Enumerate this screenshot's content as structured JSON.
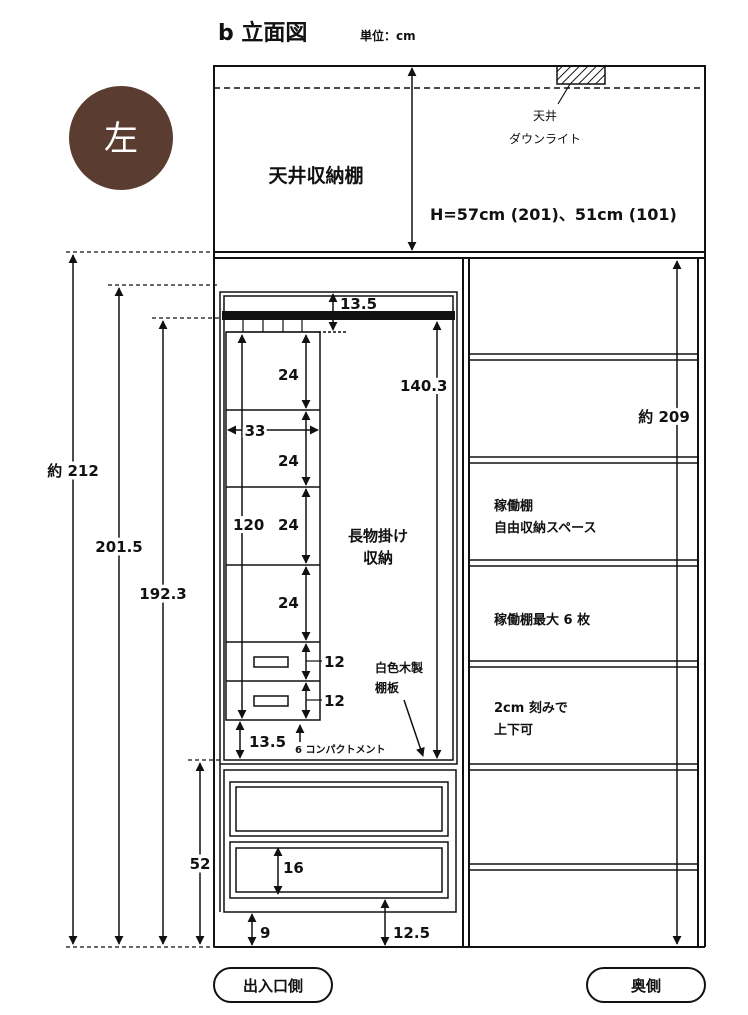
{
  "header": {
    "title": "b 立面図",
    "unit": "単位：cm"
  },
  "side_badge": {
    "label": "左",
    "color": "#5a3d30"
  },
  "ceiling": {
    "shelf_label": "天井収納棚",
    "height_note": "H=57cm (201)、51cm (101)",
    "downlight_line1": "天井",
    "downlight_line2": "ダウンライト"
  },
  "left_unit": {
    "overall_height": "約 212",
    "height_2015": "201.5",
    "height_1923": "192.3",
    "rod_offset": "13.5",
    "hanging_height": "140.3",
    "compartment_width": "33",
    "compartments": [
      "24",
      "24",
      "24",
      "24"
    ],
    "compartment_block_height": "120",
    "drawers": [
      "12",
      "12"
    ],
    "bottom_gap": "13.5",
    "compartment_note": "6 コンパクトメント",
    "hanging_label_line1": "長物掛け",
    "hanging_label_line2": "収納",
    "shelf_board_line1": "白色木製",
    "shelf_board_line2": "棚板",
    "base_height": "52",
    "base_drawer_height": "16",
    "plinth_height": "9",
    "plinth_offset": "12.5"
  },
  "right_unit": {
    "height": "約 209",
    "label_1_line1": "稼働棚",
    "label_1_line2": "自由収納スペース",
    "label_2": "稼働棚最大 6 枚",
    "label_3_line1": "2cm 刻みで",
    "label_3_line2": "上下可"
  },
  "footer": {
    "left_button": "出入口側",
    "right_button": "奥側"
  },
  "colors": {
    "line": "#111111",
    "badge": "#5a3d30",
    "hatch": "#111111"
  }
}
